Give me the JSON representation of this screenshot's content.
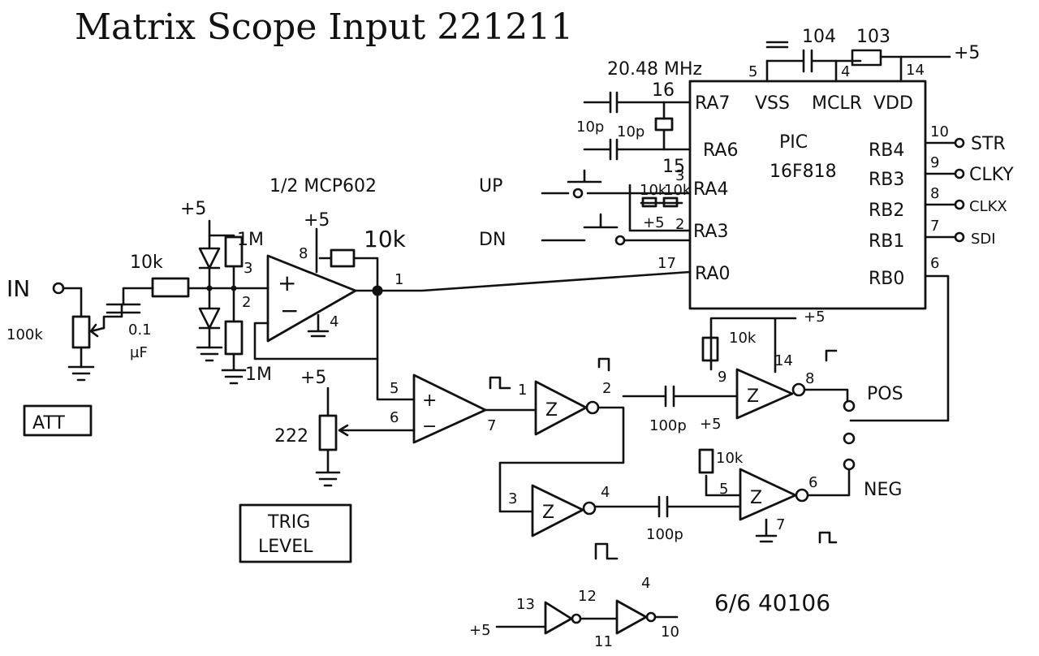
{
  "title": "Matrix Scope Input 221211",
  "input": {
    "label": "IN",
    "pot": "100k",
    "cap": "0.1",
    "cap_unit": "µF",
    "att_box": "ATT"
  },
  "front_end": {
    "resistor": "10k",
    "pullup": "1M",
    "pulldown": "1M",
    "supply": "+5",
    "pin3": "3",
    "pin2": "2"
  },
  "opamp": {
    "label": "1/2 MCP602",
    "supply": "+5",
    "pin8": "8",
    "pin4": "4",
    "pin1": "1",
    "feedback": "10k"
  },
  "comparator": {
    "pin5": "5",
    "pin6": "6",
    "pin7": "7",
    "pot": "222",
    "supply": "+5",
    "trig_box_line1": "TRIG",
    "trig_box_line2": "LEVEL"
  },
  "oscillator": {
    "crystal": "20.48 MHz",
    "cap1": "104",
    "cap2": "103",
    "supply": "+5",
    "cap3": "10p",
    "cap4": "10p",
    "pin16": "16",
    "pin15": "15",
    "pin5": "5",
    "pin4": "4",
    "pin14": "14"
  },
  "pic": {
    "name": "PIC",
    "part": "16F818",
    "top_pins": [
      "VSS",
      "MCLR",
      "VDD"
    ],
    "left_pins": [
      "RA7",
      "RA6",
      "RA4",
      "RA3",
      "RA0"
    ],
    "left_nums": [
      "3",
      "2",
      "17"
    ],
    "right_pins": [
      "RB4",
      "RB3",
      "RB2",
      "RB1",
      "RB0"
    ],
    "right_nums": [
      "10",
      "9",
      "8",
      "7",
      "6"
    ],
    "outputs": [
      "STR",
      "CLKY",
      "CLKX",
      "SDI"
    ]
  },
  "buttons": {
    "up": "UP",
    "down": "DN",
    "r1": "10k",
    "r2": "10k",
    "supply": "+5"
  },
  "schmitt": {
    "pins": [
      "1",
      "2",
      "3",
      "4",
      "9",
      "14",
      "8",
      "5",
      "6",
      "7"
    ],
    "cap_top": "100p",
    "cap_bottom": "100p",
    "r_top": "10k",
    "r_bottom": "10k",
    "supply_top": "+5",
    "supply_bottom": "+5",
    "pos": "POS",
    "neg": "NEG",
    "part": "6/6 40106",
    "spare_pins": [
      "13",
      "12",
      "11",
      "4",
      "10"
    ],
    "spare_supply": "+5"
  }
}
